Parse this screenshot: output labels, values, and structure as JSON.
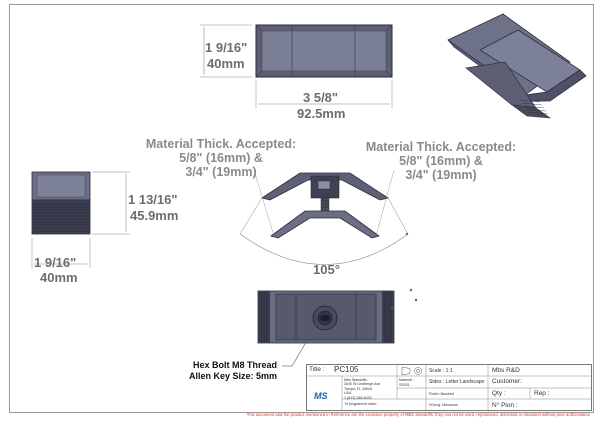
{
  "dimensions": {
    "top_width_imperial": "1 9/16\"",
    "top_width_metric": "40mm",
    "top_length_imperial": "3 5/8\"",
    "top_length_metric": "92.5mm",
    "side_height_imperial": "1 13/16\"",
    "side_height_metric": "45.9mm",
    "side_width_imperial": "1 9/16\"",
    "side_width_metric": "40mm",
    "angle": "105°"
  },
  "material_left": {
    "line1": "Material Thick. Accepted:",
    "line2": "5/8\" (16mm) &",
    "line3": "3/4\" (19mm)"
  },
  "material_right": {
    "line1": "Material Thick. Accepted:",
    "line2": "5/8\" (16mm) &",
    "line3": "3/4\" (19mm)"
  },
  "hex_note": {
    "line1": "Hex Bolt M8 Thread",
    "line2": "Allen Key Size: 5mm"
  },
  "title_block": {
    "title_label": "Title :",
    "title_value": "PC105",
    "scale": "Scale : 1:1",
    "sides": "Sides : Letter Landscape",
    "finish": "Finish: Brushed",
    "nprog": "N°prog: Mécanum",
    "material_label": "Material :",
    "material_value": "SS201",
    "nprogramme": "N°programme laser:",
    "company": "Mbs R&D",
    "customer": "Customer:",
    "qty": "Qty :",
    "rep": "Rep :",
    "npion": "N° Pion :",
    "logo": "MS",
    "address_lines": [
      "Mbs Standoffs",
      "3040 W Lindbergh Ave",
      "Tampa, FL 33618",
      "USA",
      "1 (813) 348-6020"
    ]
  },
  "footer_notice": "This document and the product mentioned in Reference are the exclusive property of MBS Standoffs; they can not be used, reproduced, disclosed or disclosed without prior authorization"
}
